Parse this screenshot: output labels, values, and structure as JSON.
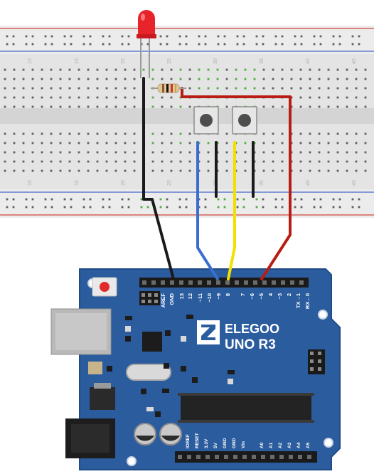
{
  "breadboard": {
    "top_numbers": [
      "10",
      "15",
      "20",
      "25",
      "30",
      "35",
      "40",
      "45"
    ],
    "bottom_numbers": [
      "10",
      "15",
      "20",
      "25",
      "30",
      "35",
      "40",
      "45"
    ]
  },
  "board": {
    "brand": "ELEGOO",
    "model": "UNO R3",
    "header_top_labels": [
      "AREF",
      "GND",
      "13",
      "12",
      "~11",
      "~10",
      "~9",
      "8",
      "7",
      "~6",
      "~5",
      "4",
      "~3",
      "2",
      "TX→1",
      "RX←0"
    ],
    "header_bottom_labels": [
      "IOREF",
      "RESET",
      "3.3V",
      "5V",
      "GND",
      "GND",
      "Vin",
      "A0",
      "A1",
      "A2",
      "A3",
      "A4",
      "A5"
    ]
  },
  "colors": {
    "board": "#2b5c9e",
    "breadboard": "#e4e4e4",
    "wire_black": "#1a1a1a",
    "wire_blue": "#3a6fd0",
    "wire_yellow": "#f2e000",
    "wire_red": "#b81d14",
    "led": "#e8242b",
    "hole_green": "#4caf3c",
    "rail_red": "#d2453c",
    "rail_blue": "#4668c8"
  }
}
